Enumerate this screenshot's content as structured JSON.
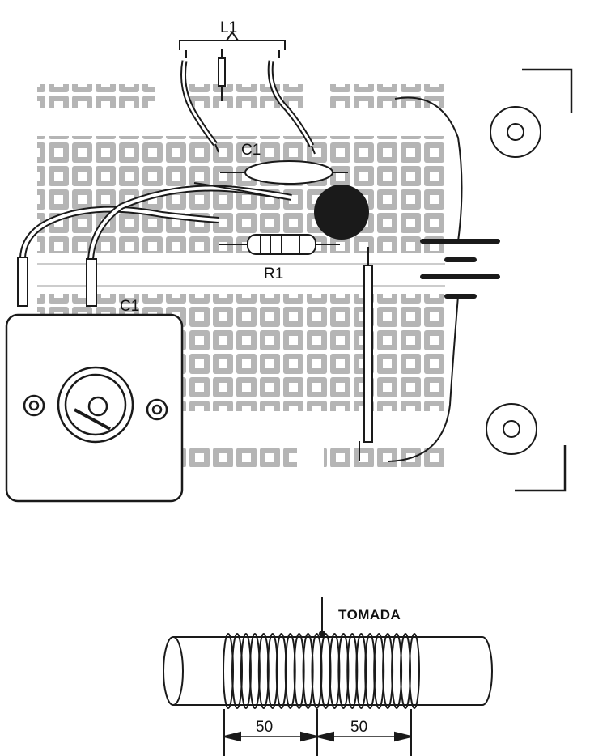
{
  "labels": {
    "coil_l1": "L1",
    "capacitor_c1_top": "C1",
    "resistor_r1": "R1",
    "variable_capacitor_c1": "C1",
    "tap": "TOMADA",
    "dim_left": "50",
    "dim_right": "50"
  },
  "colors": {
    "ink": "#1a1a1a",
    "pad_fill": "#b5b5b5",
    "background": "#ffffff"
  }
}
